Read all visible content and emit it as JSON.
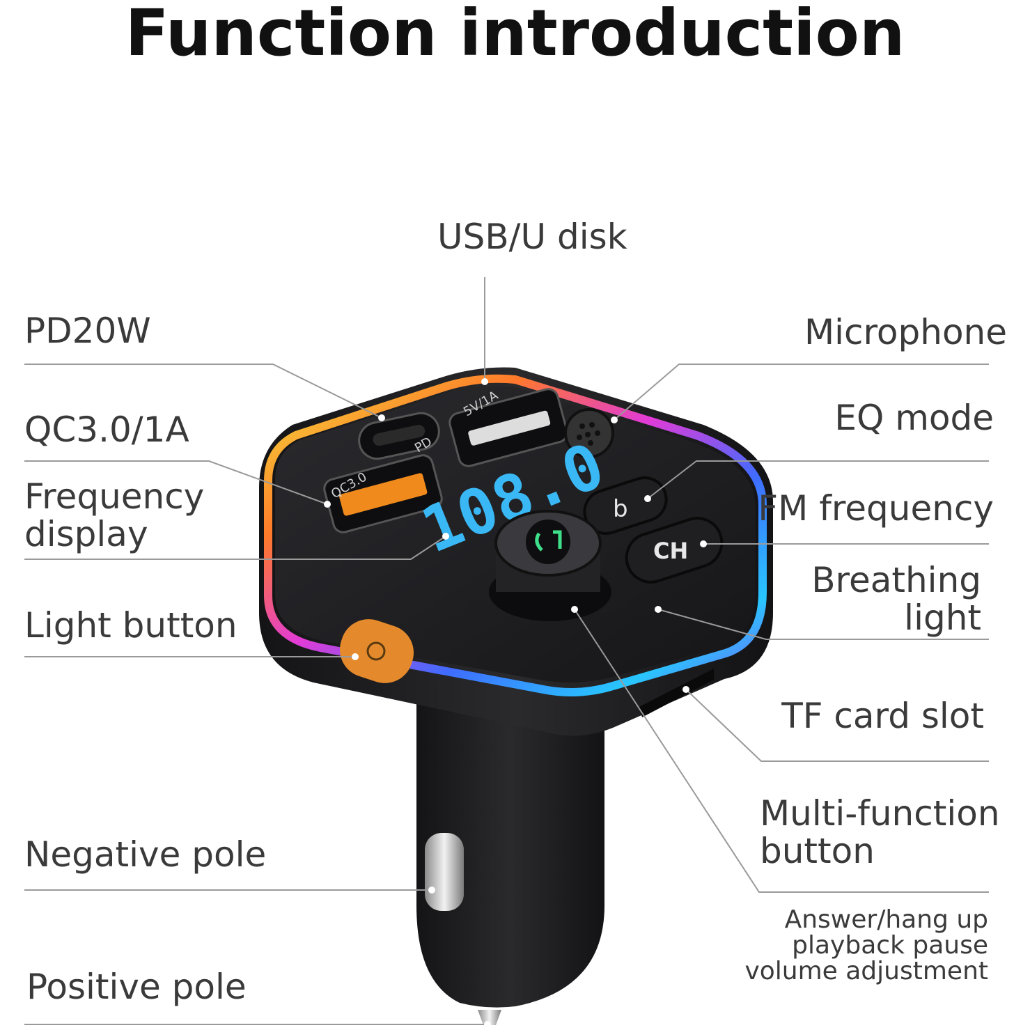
{
  "title": "Function introduction",
  "labels": {
    "usb_u_disk": "USB/U disk",
    "pd20w": "PD20W",
    "microphone": "Microphone",
    "qc30": "QC3.0/1A",
    "eq_mode": "EQ mode",
    "frequency_display_1": "Frequency",
    "frequency_display_2": "display",
    "fm_frequency": "FM frequency",
    "breathing_light_1": "Breathing",
    "breathing_light_2": "light",
    "light_button": "Light button",
    "tf_card_slot": "TF card slot",
    "multi_function_1": "Multi-function",
    "multi_function_2": "button",
    "negative_pole": "Negative pole",
    "answer_1": "Answer/hang up",
    "answer_2": "playback pause",
    "answer_3": "volume adjustment",
    "positive_pole": "Positive pole"
  },
  "device_text": {
    "display_reading": "108.0",
    "port_pd": "PD",
    "port_qc": "QC3.0",
    "port_usb": "5V/1A",
    "button_b": "b",
    "button_ch": "CH"
  },
  "colors": {
    "line": "#9a9a9a",
    "device_body": "#1c1c1e",
    "display_blue": "#3ab8f5",
    "qc_port_orange": "#f08a1c",
    "light_button_orange": "#e58a2c"
  }
}
